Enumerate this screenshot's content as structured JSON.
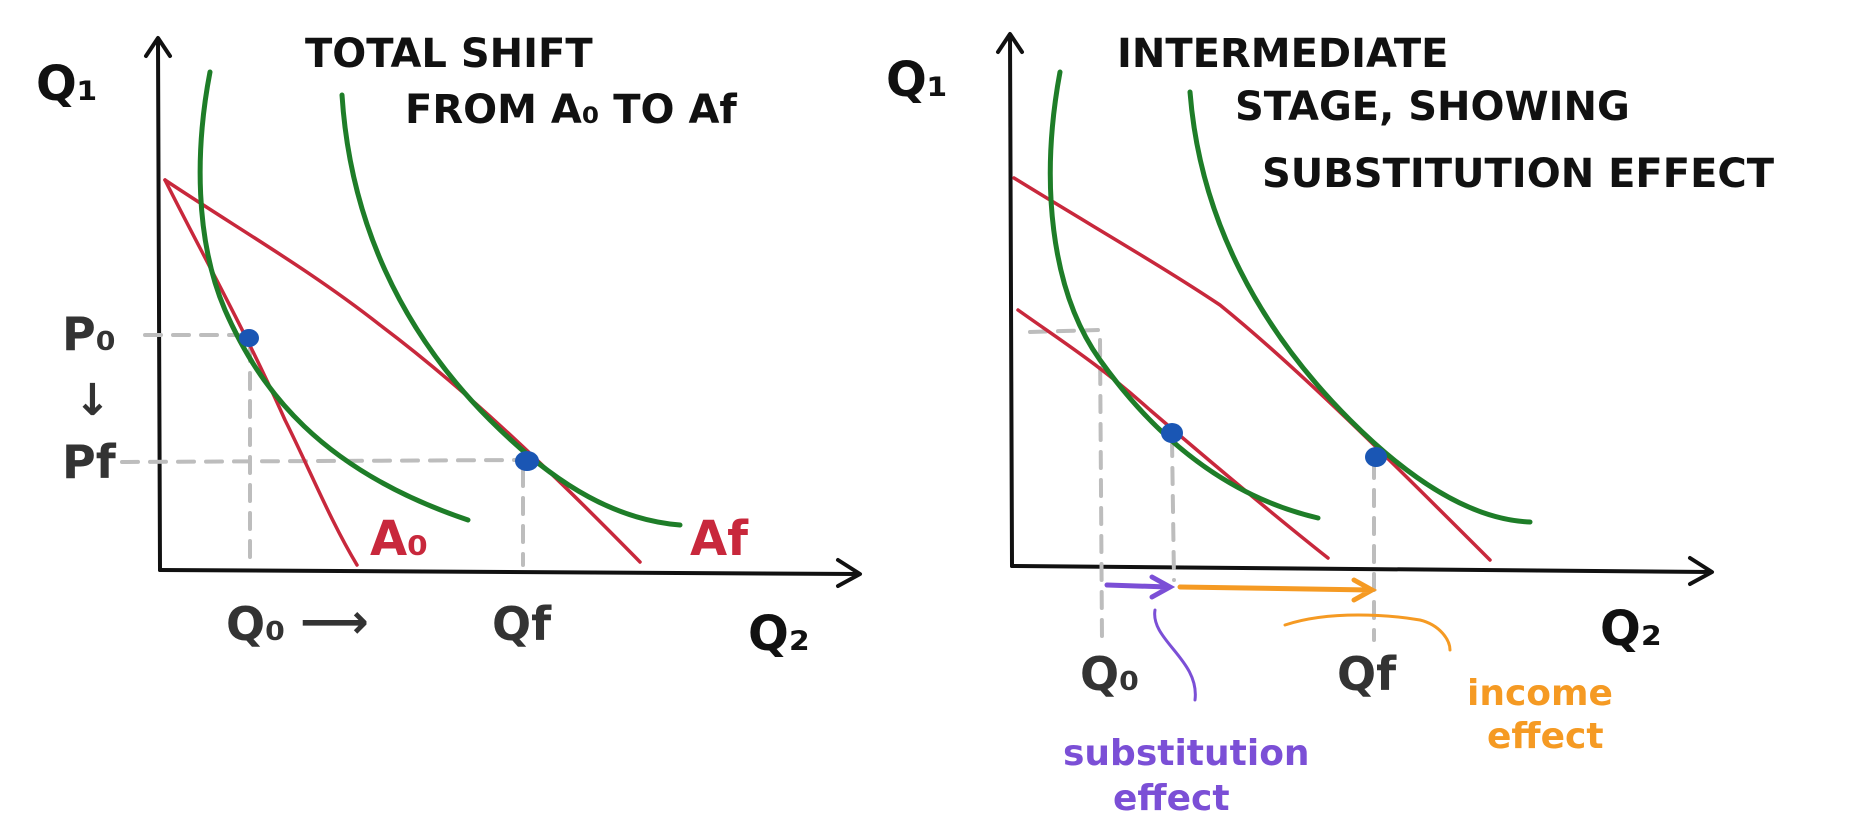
{
  "left_panel": {
    "title_line1": "TOTAL SHIFT",
    "title_line2": "FROM A₀ TO Af",
    "y_axis_label": "Q₁",
    "x_axis_label": "Q₂",
    "price_initial": "P₀",
    "price_arrow": "↓",
    "price_final": "Pf",
    "q_initial": "Q₀",
    "q_arrow": "⟶",
    "q_final": "Qf",
    "curve_label_initial": "A₀",
    "curve_label_final": "Af"
  },
  "right_panel": {
    "title_line1": "INTERMEDIATE",
    "title_line2": "STAGE, SHOWING",
    "title_line3": "SUBSTITUTION EFFECT",
    "y_axis_label": "Q₁",
    "x_axis_label": "Q₂",
    "q_initial": "Q₀",
    "q_final": "Qf",
    "substitution_line1": "substitution",
    "substitution_line2": "effect",
    "income_line1": "income",
    "income_line2": "effect"
  },
  "colors": {
    "budget_line": "#c8283c",
    "indifference_curve": "#1e7d28",
    "equilibrium_point": "#1a56b4",
    "guide_line": "#bdbdbd",
    "substitution_effect": "#7b4fd6",
    "income_effect": "#f59a23"
  }
}
